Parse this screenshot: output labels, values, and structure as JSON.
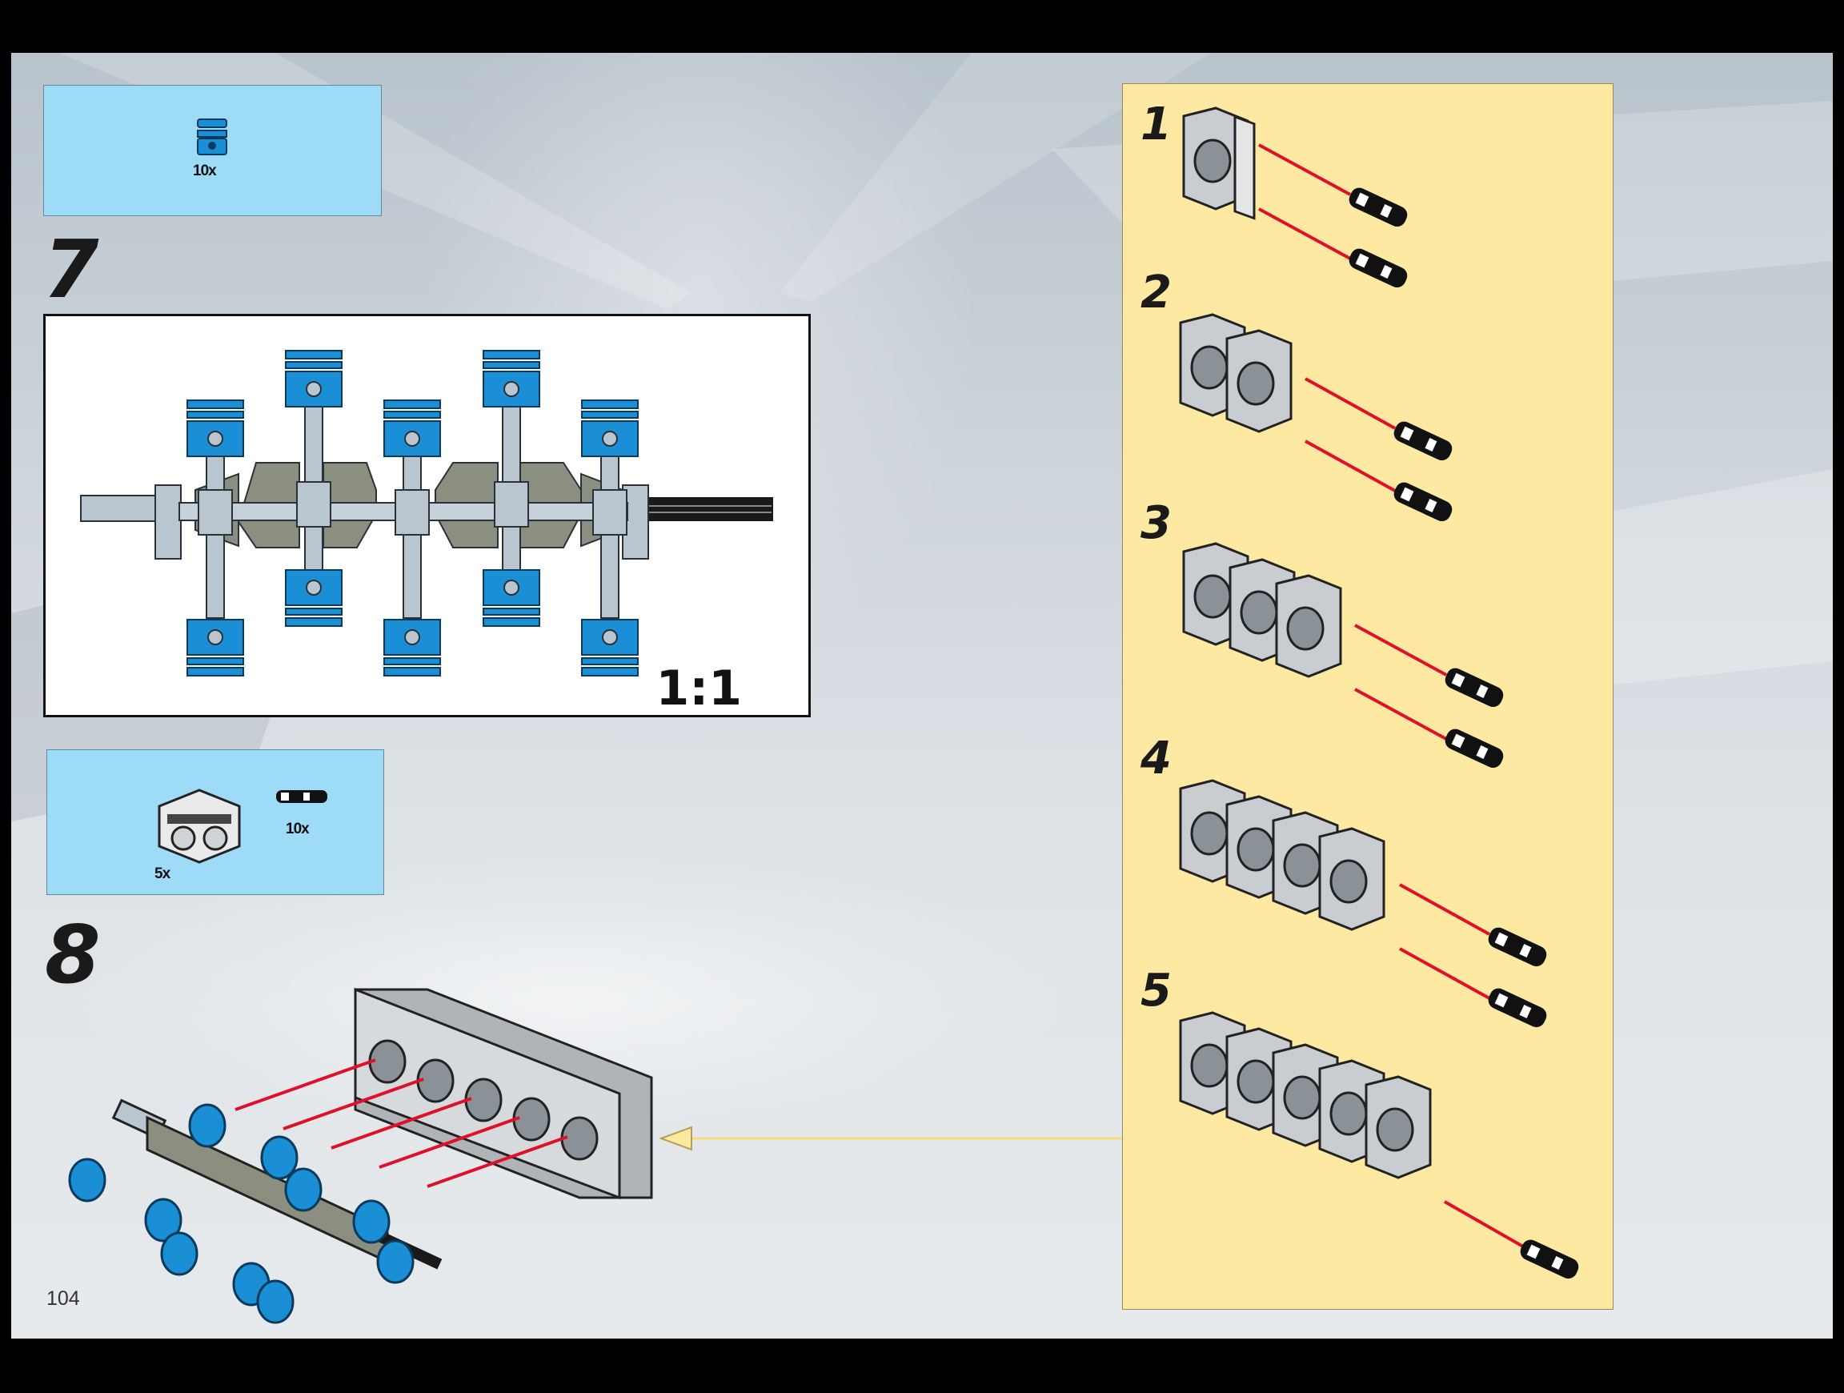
{
  "page": {
    "number": "104"
  },
  "step7": {
    "number": "7",
    "parts": [
      {
        "icon": "piston-icon",
        "qty": "10x"
      }
    ],
    "scale_label": "1:1"
  },
  "step8": {
    "number": "8",
    "parts": [
      {
        "icon": "cylinder-block-icon",
        "qty": "5x"
      },
      {
        "icon": "pin-icon",
        "qty": "10x"
      }
    ]
  },
  "substeps": [
    {
      "number": "1"
    },
    {
      "number": "2"
    },
    {
      "number": "3"
    },
    {
      "number": "4"
    },
    {
      "number": "5"
    }
  ],
  "colors": {
    "parts_box": "#9edbf7",
    "substep_panel": "#fde9a2",
    "arrow": "#e0102a",
    "piston": "#1a8fd6"
  }
}
